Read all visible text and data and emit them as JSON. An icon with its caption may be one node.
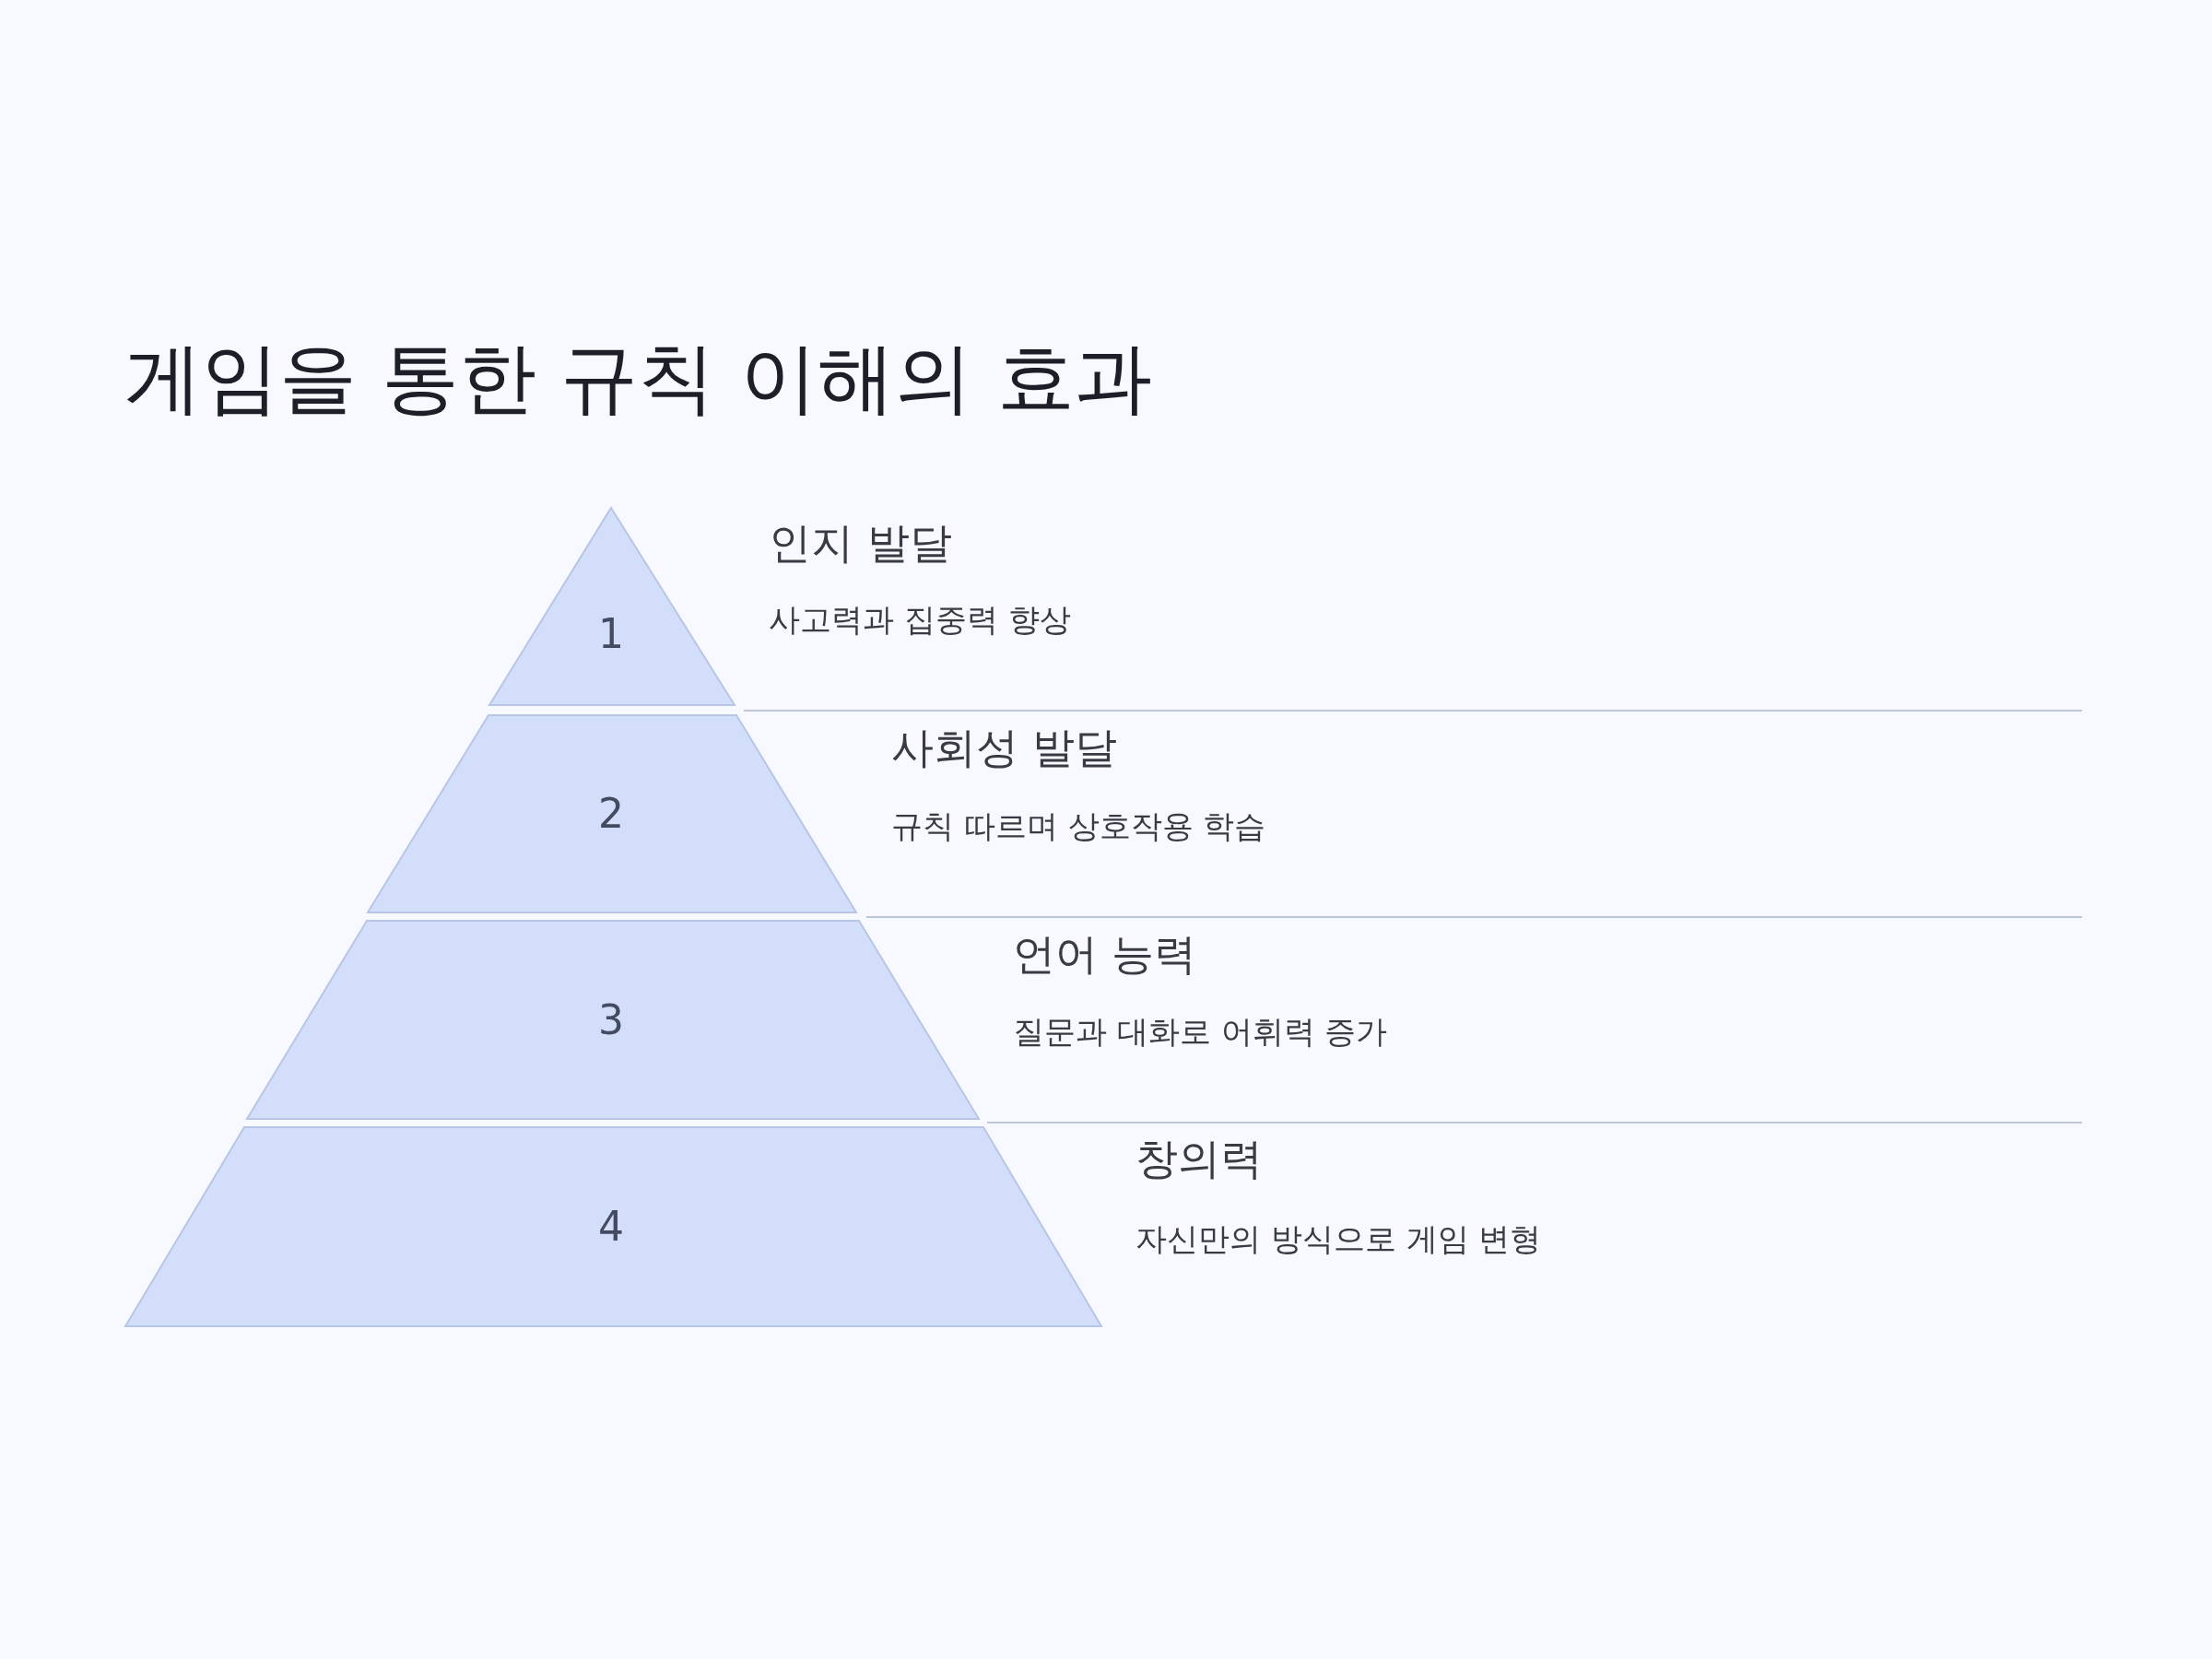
{
  "diagram": {
    "title": "게임을 통한 규칙 이해의 효과",
    "nodes": [
      {
        "text": [
          "1"
        ],
        "beside": [
          "인지 발달",
          "사고력과 집중력 향상"
        ]
      },
      {
        "text": [
          "2"
        ],
        "beside": [
          "사회성 발달",
          "규칙 따르며 상호작용 학습"
        ]
      },
      {
        "text": [
          "3"
        ],
        "beside": [
          "언어 능력",
          "질문과 대화로 어휘력 증가"
        ]
      },
      {
        "text": [
          "4"
        ],
        "beside": [
          "창의력",
          "자신만의 방식으로 게임 변형"
        ]
      }
    ]
  }
}
